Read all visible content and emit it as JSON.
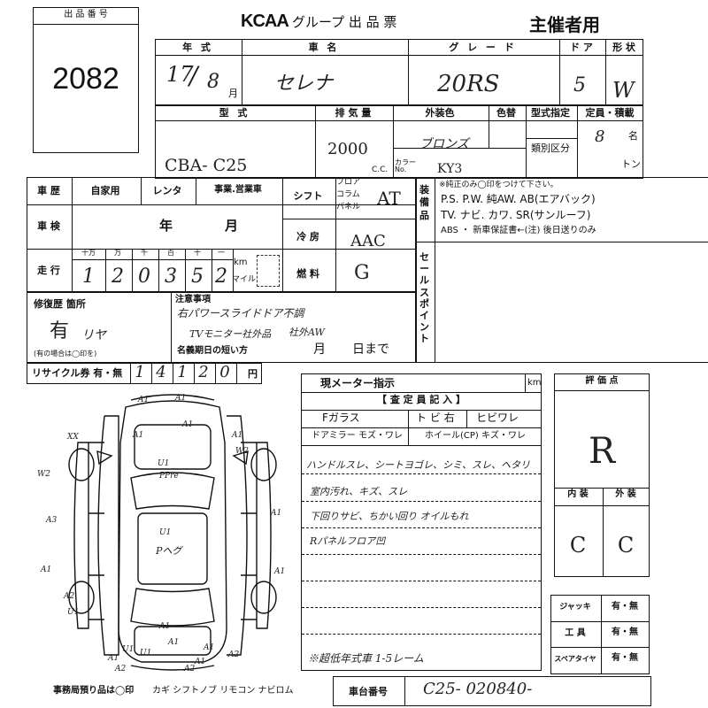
{
  "lot": {
    "label": "出 品 番 号",
    "number": "2082"
  },
  "header": {
    "logo": "KCAA",
    "title": "グループ 出 品 票",
    "organizer": "主催者用"
  },
  "row1": {
    "year_label": "年 式",
    "car_label": "車 名",
    "grade_label": "グ レ ー ド",
    "doors_label": "ド ア",
    "shape_label": "形 状",
    "year_value": "17",
    "month_value": "8",
    "month_unit": "月",
    "car_value": "セレナ",
    "grade_value": "20RS",
    "doors_value": "5",
    "shape_value": "W"
  },
  "row2": {
    "model_label": "型 式",
    "displacement_label": "排 気 量",
    "color_label": "外装色",
    "color2_label": "色替",
    "spec_label": "型式指定",
    "seating_label": "定員・積載",
    "class_label": "類別区分",
    "cc_unit": "C.C.",
    "color_no_label": "カラー No.",
    "seats_unit": "名",
    "ton_unit": "トン",
    "model_value": "CBA- C25",
    "displacement_value": "2000",
    "color_value": "ブロンズ",
    "color_no_value": "KY3",
    "seats_value": "8"
  },
  "history": {
    "label": "車 歴",
    "options": [
      "自家用",
      "レンタ",
      "事業.営業車"
    ]
  },
  "shift": {
    "label": "シフト",
    "options": [
      "フロア",
      "コラム",
      "パネル"
    ],
    "value": "AT"
  },
  "inspection": {
    "label": "車 検",
    "year_label": "年",
    "month_label": "月"
  },
  "ac": {
    "label": "冷 房",
    "value": "AAC"
  },
  "mileage": {
    "label": "走 行",
    "units": [
      "十万",
      "万",
      "千",
      "百",
      "十",
      "一"
    ],
    "digits": [
      "1",
      "2",
      "0",
      "3",
      "5",
      "2"
    ],
    "km_label": "km",
    "mile_label": "マイル"
  },
  "fuel": {
    "label": "燃 料",
    "value": "G"
  },
  "equipment": {
    "label": "装備品",
    "note": "※純正のみ◯印をつけて下さい。",
    "line1": "P.S. P.W. 純AW. AB(エアバック)",
    "line2": "TV. ナビ. カワ. SR(サンルーフ)",
    "line3": "ABS ・ 新車保証書←(注) 後日送りのみ"
  },
  "sales_point": {
    "label": "セールスポイント"
  },
  "repair": {
    "label": "修復歴 箇所",
    "sub": "(有の場合は◯印を)",
    "value": "有",
    "location": "リヤ"
  },
  "notes": {
    "label": "注意事項",
    "line1": "右パワースライドドア不調",
    "line2": "TVモニター社外品",
    "line3": "社外AW",
    "deadline_label": "名義期日の短い方",
    "month": "月",
    "day": "日まで"
  },
  "recycle": {
    "label": "リサイクル券 有・無",
    "amount": [
      "1",
      "4",
      "1",
      "2",
      "0"
    ],
    "unit": "円"
  },
  "meter": {
    "label": "現メーター指示",
    "unit": "km"
  },
  "assessor": {
    "label": "【 査 定 員 記 入 】",
    "glass": "Fガラス",
    "glass_rank": "ト ビ 右",
    "crack": "ヒビワレ",
    "mirror": "ドアミラー モズ・ワレ",
    "wheel": "ホイール(CP) キズ・ワレ",
    "lines": [
      "ハンドルスレ、シートヨゴレ、シミ、スレ、ヘタリ",
      "室内汚れ、キズ、スレ",
      "下回りサビ、ちかい回り オイルもれ",
      "Rパネルフロア凹"
    ]
  },
  "score": {
    "label": "評 価 点",
    "value": "R",
    "interior_label": "内 装",
    "exterior_label": "外 装",
    "interior_value": "C",
    "exterior_value": "C"
  },
  "tools": {
    "jack_label": "ジャッキ",
    "tool_label": "工 具",
    "spare_label": "スペアタイヤ",
    "yesno": "有・無"
  },
  "diagram": {
    "marks": [
      "A1",
      "A1",
      "XX",
      "W2",
      "A1",
      "A1",
      "U1",
      "PPre",
      "A1",
      "W2",
      "A3",
      "A1",
      "U1",
      "A1",
      "A1",
      "A2",
      "U1",
      "A1",
      "U1",
      "A1",
      "A1",
      "A2",
      "A1",
      "U1",
      "A1",
      "A2",
      "A2"
    ],
    "panel_note": "Pヘグ"
  },
  "bottom": {
    "office_note": "事務局預り品は◯印",
    "items": "カギ シフトノブ リモコン ナビロム",
    "chassis_label": "車台番号",
    "chassis_value": "C25- 020840-",
    "footer_note": "※超低年式車 1-5レーム"
  }
}
